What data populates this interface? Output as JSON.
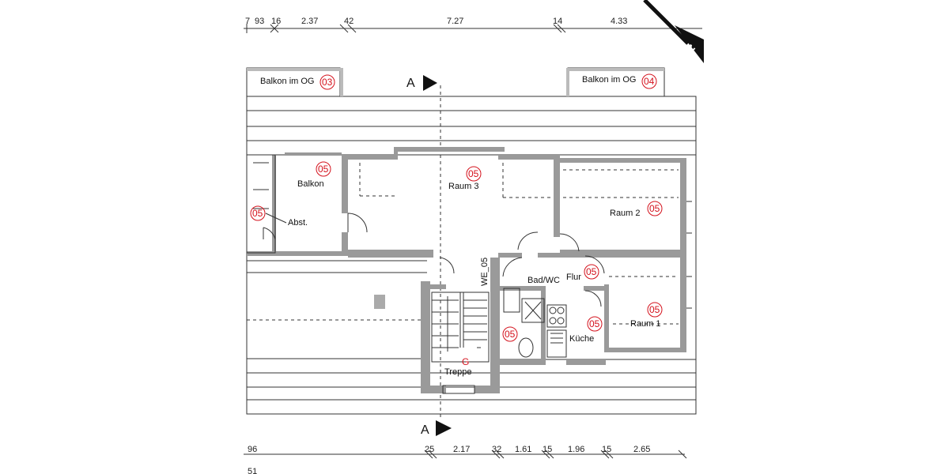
{
  "dimensions_top": [
    "7",
    "93",
    "16",
    "2.37",
    "42",
    "7.27",
    "14",
    "4.33"
  ],
  "dimensions_bottom": [
    "96",
    "25",
    "2.17",
    "32",
    "1.61",
    "15",
    "1.96",
    "15",
    "2.65"
  ],
  "bottom_fragment": "51",
  "north_label": "N",
  "section_label": "A",
  "rooms": {
    "balkon_og_03": {
      "name": "Balkon im OG",
      "tag": "03"
    },
    "balkon_og_04": {
      "name": "Balkon im OG",
      "tag": "04"
    },
    "balkon": {
      "name": "Balkon",
      "tag": "05"
    },
    "abst": {
      "name": "Abst.",
      "tag": "05"
    },
    "raum3": {
      "name": "Raum 3",
      "tag": "05"
    },
    "raum2": {
      "name": "Raum 2",
      "tag": "05"
    },
    "flur": {
      "name": "Flur",
      "tag": "05"
    },
    "bad": {
      "name": "Bad/WC",
      "tag": "05"
    },
    "kueche": {
      "name": "Küche",
      "tag": "05"
    },
    "raum1": {
      "name": "Raum 1",
      "tag": "05"
    },
    "treppe": {
      "name": "Treppe",
      "tag": "G"
    }
  },
  "unit_label": "WE_05",
  "colors": {
    "tag": "#d4111c",
    "wall": "#9a9a9a",
    "line": "#333333"
  }
}
